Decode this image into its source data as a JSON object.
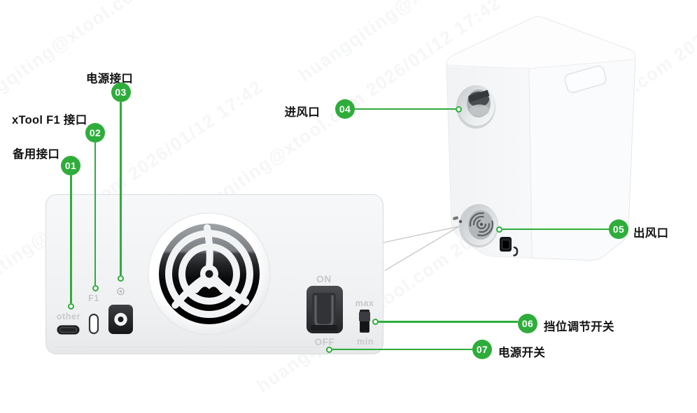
{
  "colors": {
    "green": "#2ead3b",
    "label_text": "#141414",
    "panel_engraving": "#c6c8ca",
    "relation_line": "#c7c9cb"
  },
  "watermark": {
    "text": "huangqiting@xtool.com 2026/01/12 17:42"
  },
  "device": {
    "front_panel": {
      "port_labels": {
        "other": "other",
        "f1": "F1",
        "on": "ON",
        "off": "OFF",
        "max": "max",
        "min": "min"
      }
    }
  },
  "callouts": [
    {
      "num": "01",
      "label": "备用接口"
    },
    {
      "num": "02",
      "label": "xTool F1 接口"
    },
    {
      "num": "03",
      "label": "电源接口"
    },
    {
      "num": "04",
      "label": "进风口"
    },
    {
      "num": "05",
      "label": "出风口"
    },
    {
      "num": "06",
      "label": "挡位调节开关"
    },
    {
      "num": "07",
      "label": "电源开关"
    }
  ]
}
